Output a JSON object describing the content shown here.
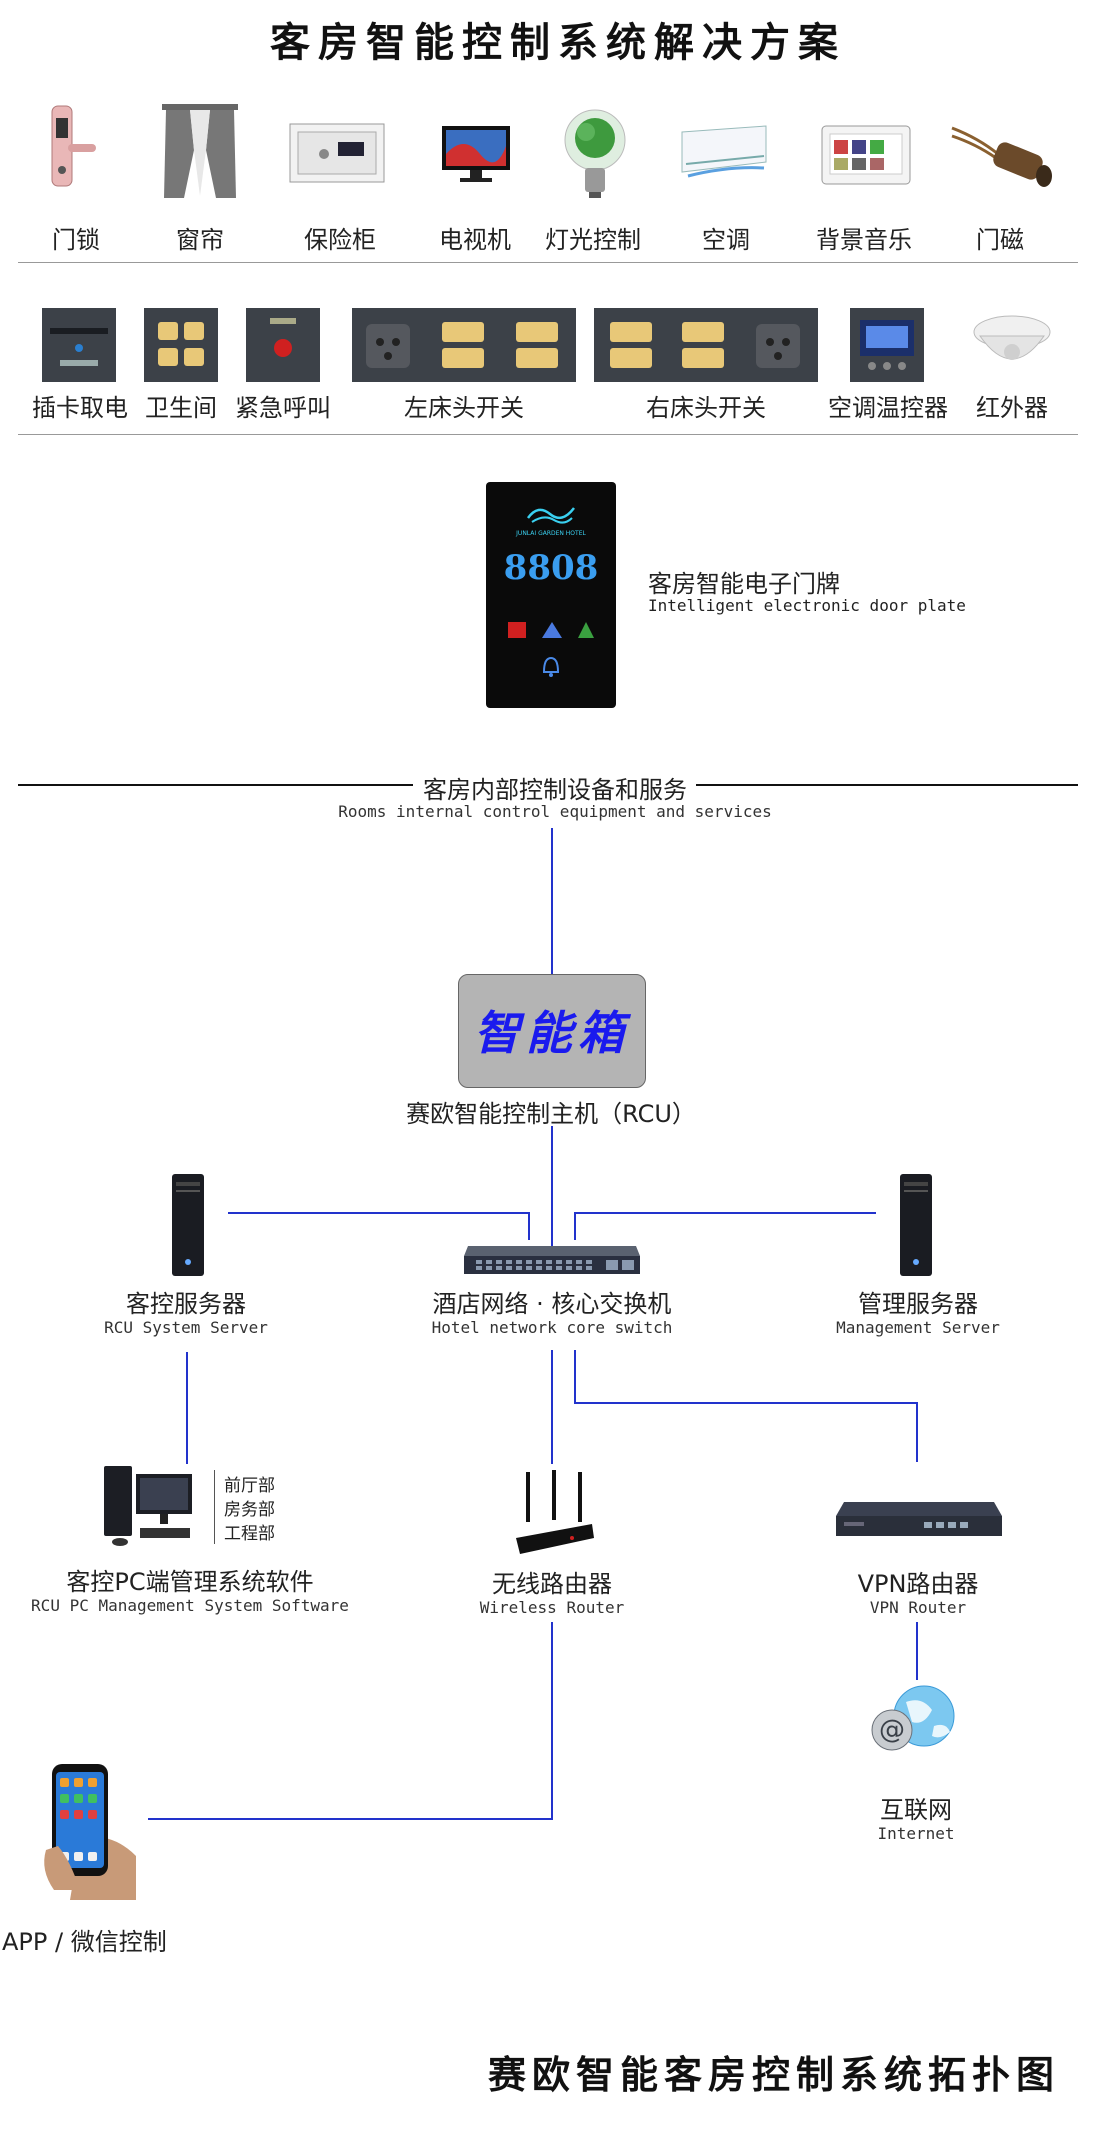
{
  "title": "客房智能控制系统解决方案",
  "devices_row1": [
    {
      "label": "门锁",
      "icon": "door-lock-icon"
    },
    {
      "label": "窗帘",
      "icon": "curtain-icon"
    },
    {
      "label": "保险柜",
      "icon": "safe-icon"
    },
    {
      "label": "电视机",
      "icon": "tv-icon"
    },
    {
      "label": "灯光控制",
      "icon": "light-bulb-icon"
    },
    {
      "label": "空调",
      "icon": "air-conditioner-icon"
    },
    {
      "label": "背景音乐",
      "icon": "music-panel-icon"
    },
    {
      "label": "门磁",
      "icon": "door-sensor-icon"
    }
  ],
  "devices_row2": [
    {
      "label": "插卡取电",
      "icon": "card-switch-icon"
    },
    {
      "label": "卫生间",
      "icon": "bathroom-switch-icon"
    },
    {
      "label": "紧急呼叫",
      "icon": "emergency-button-icon"
    },
    {
      "label": "左床头开关",
      "icon": "left-bed-switch-icon"
    },
    {
      "label": "右床头开关",
      "icon": "right-bed-switch-icon"
    },
    {
      "label": "空调温控器",
      "icon": "thermostat-icon"
    },
    {
      "label": "红外器",
      "icon": "infrared-sensor-icon"
    }
  ],
  "door_plate": {
    "hotel": "JUNLAI GARDEN HOTEL",
    "number": "8808",
    "label_cn": "客房智能电子门牌",
    "label_en": "Intelligent electronic door plate"
  },
  "section": {
    "cn": "客房内部控制设备和服务",
    "en": "Rooms internal control equipment and services"
  },
  "rcu": {
    "box_text": "智能箱",
    "label": "赛欧智能控制主机（RCU）"
  },
  "rcu_server": {
    "cn": "客控服务器",
    "en": "RCU System Server"
  },
  "switch": {
    "cn": "酒店网络 · 核心交换机",
    "en": "Hotel network core switch"
  },
  "mgmt_server": {
    "cn": "管理服务器",
    "en": "Management Server"
  },
  "pc_software": {
    "cn": "客控PC端管理系统软件",
    "en": "RCU PC Management System Software",
    "departments": [
      "前厅部",
      "房务部",
      "工程部"
    ]
  },
  "wireless_router": {
    "cn": "无线路由器",
    "en": "Wireless Router"
  },
  "vpn_router": {
    "cn": "VPN路由器",
    "en": "VPN Router"
  },
  "internet": {
    "cn": "互联网",
    "en": "Internet"
  },
  "app": {
    "label": "APP / 微信控制"
  },
  "footer_title": "赛欧智能客房控制系统拓扑图",
  "colors": {
    "wire": "#2233cc",
    "rcu_text": "#1a1aee",
    "rcu_box": "#b4b4b4"
  }
}
